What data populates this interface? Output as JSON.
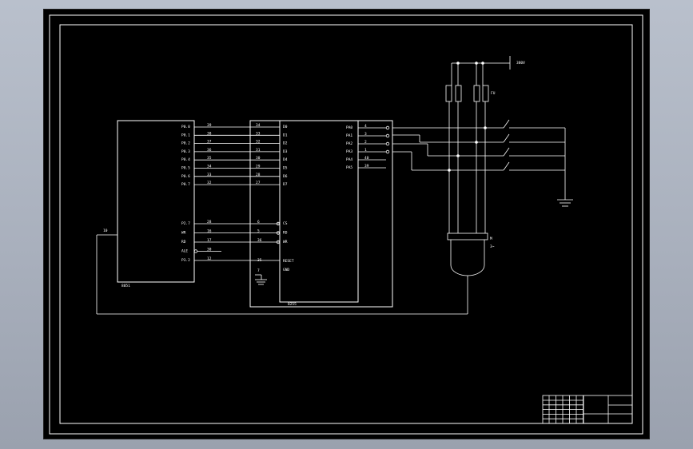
{
  "diagram": {
    "mcu": {
      "name": "8051",
      "left_pins": [
        "P0.0",
        "P0.1",
        "P0.2",
        "P0.3",
        "P0.4",
        "P0.5",
        "P0.6",
        "P0.7"
      ],
      "left_nums": [
        "39",
        "38",
        "37",
        "36",
        "35",
        "34",
        "33",
        "32"
      ],
      "ctrl_pins": [
        "P2.7",
        "WR",
        "RD",
        "ALE",
        "P3.2"
      ],
      "ctrl_nums": [
        "28",
        "16",
        "17",
        "30",
        "12"
      ],
      "misc_label": "10"
    },
    "interface_chip": {
      "name": "8255",
      "in_nums": [
        "34",
        "33",
        "32",
        "31",
        "30",
        "29",
        "28",
        "27"
      ],
      "in_pins": [
        "D0",
        "D1",
        "D2",
        "D3",
        "D4",
        "D5",
        "D6",
        "D7"
      ],
      "ctrl_nums": [
        "6",
        "5",
        "36",
        "35"
      ],
      "ctrl_pins": [
        "CS",
        "RD",
        "WR",
        "RESET"
      ],
      "gnd_pin": "7",
      "gnd_label": "GND",
      "out_pins": [
        "PA0",
        "PA1",
        "PA2",
        "PA3",
        "PA4",
        "PA5"
      ],
      "out_nums": [
        "4",
        "3",
        "2",
        "1",
        "40",
        "39"
      ]
    },
    "supply_label": "380V",
    "fuse_label": "FU",
    "motor_label": "M",
    "motor_sub": "3~"
  }
}
